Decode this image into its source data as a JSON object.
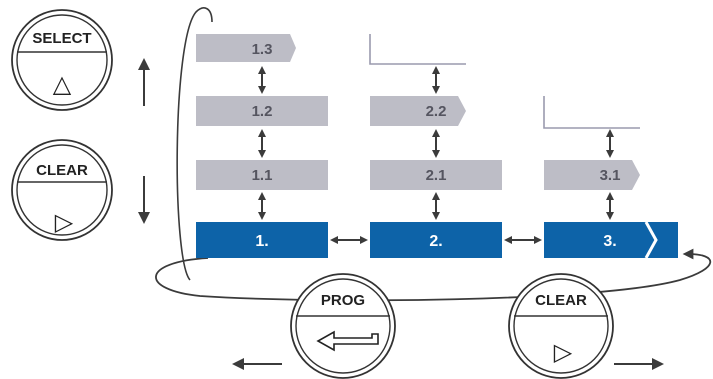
{
  "buttons": {
    "select": {
      "label": "SELECT",
      "symbol": "△"
    },
    "clear_left": {
      "label": "CLEAR",
      "symbol": "▷"
    },
    "prog": {
      "label": "PROG"
    },
    "clear_bottom": {
      "label": "CLEAR",
      "symbol": "▷"
    }
  },
  "menu": {
    "col1": {
      "main": "1.",
      "sub": [
        "1.1",
        "1.2",
        "1.3"
      ]
    },
    "col2": {
      "main": "2.",
      "sub": [
        "2.1",
        "2.2"
      ]
    },
    "col3": {
      "main": "3.",
      "sub": [
        "3.1"
      ]
    }
  },
  "colors": {
    "main_box": "#0d63a8",
    "sub_box": "#bdbdc6",
    "sub_text": "#555560",
    "line": "#3b3b3b",
    "outline": "#9a9aae"
  }
}
